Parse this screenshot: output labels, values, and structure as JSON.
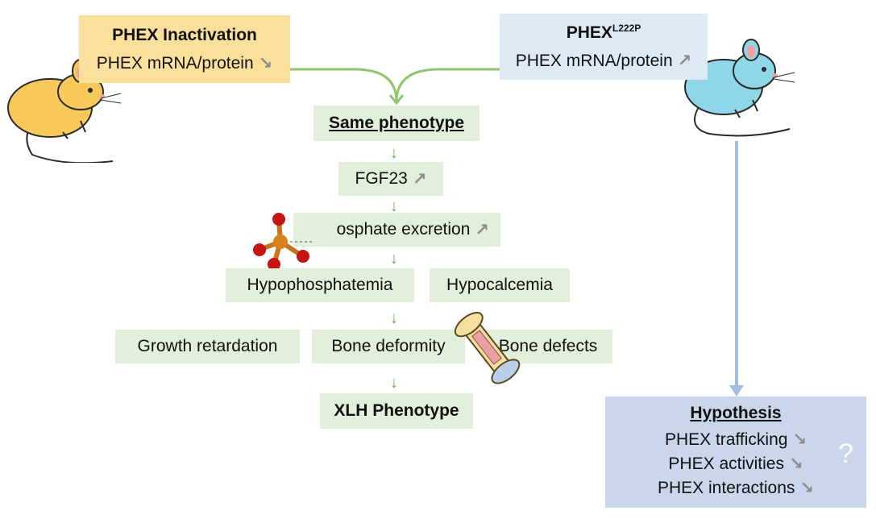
{
  "left_box": {
    "title": "PHEX Inactivation",
    "line": "PHEX mRNA/protein",
    "trend": "↘"
  },
  "right_box": {
    "title_main": "PHEX",
    "title_sup": "L222P",
    "line": "PHEX mRNA/protein",
    "trend": "↗"
  },
  "chain": {
    "same": "Same phenotype",
    "fgf23": "FGF23",
    "fgf23_trend": "↗",
    "phosphate": "osphate excretion",
    "phosphate_trend": "↗",
    "hypophos": "Hypophosphatemia",
    "hypocal": "Hypocalcemia",
    "growth": "Growth retardation",
    "bone_deformity": "Bone deformity",
    "bone_defects": "Bone defects",
    "xlh": "XLH Phenotype",
    "step_arrow": "↓"
  },
  "hypothesis": {
    "title": "Hypothesis",
    "items": [
      {
        "label": "PHEX trafficking",
        "trend": "↘"
      },
      {
        "label": "PHEX activities",
        "trend": "↘"
      },
      {
        "label": "PHEX interactions",
        "trend": "↘"
      }
    ],
    "mark": "?"
  },
  "colors": {
    "yellow_box": "#fbe09b",
    "blue_box": "#dde9f5",
    "green_box": "#e2efdb",
    "hypothesis_box": "#cad6eb",
    "green_arrow": "#92c46e",
    "blue_arrow": "#a4bde0"
  },
  "icons": {
    "left_mouse": "yellow-mouse-icon",
    "right_mouse": "blue-mouse-icon",
    "molecule": "phosphate-molecule-icon",
    "bone": "bone-icon"
  }
}
